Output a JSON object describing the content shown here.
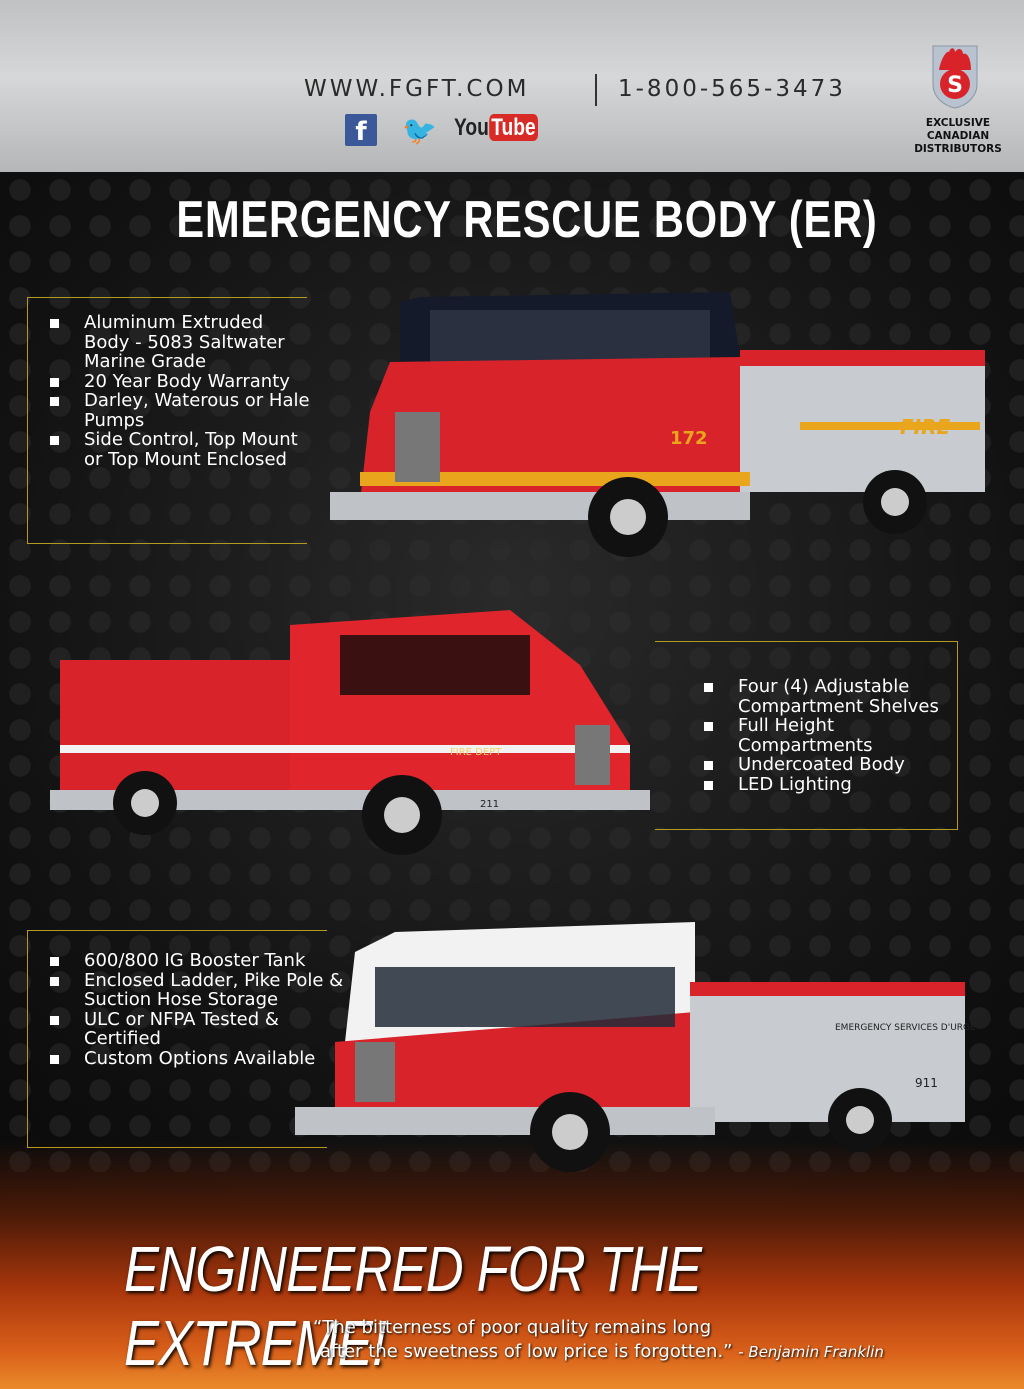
{
  "header": {
    "website": "WWW.FGFT.COM",
    "phone": "1-800-565-3473",
    "social": {
      "facebook": "f",
      "twitter_icon": "twitter-bird-icon",
      "youtube_you": "You",
      "youtube_tube": "Tube"
    },
    "distributor": [
      "EXCLUSIVE",
      "CANADIAN",
      "DISTRIBUTORS"
    ]
  },
  "title": "EMERGENCY RESCUE BODY (ER)",
  "features": [
    [
      "Aluminum Extruded Body - 5083 Saltwater Marine Grade",
      "20 Year Body Warranty",
      "Darley, Waterous or Hale Pumps",
      "Side Control, Top Mount or Top Mount Enclosed"
    ],
    [
      "Four (4) Adjustable Compartment Shelves",
      "Full Height Compartments",
      "Undercoated Body",
      "LED Lighting"
    ],
    [
      "600/800 IG Booster Tank",
      "Enclosed Ladder, Pike Pole & Suction Hose Storage",
      "ULC or NFPA Tested & Certified",
      "Custom Options Available"
    ]
  ],
  "trucks": [
    {
      "label": "FIRE",
      "number": "172"
    },
    {
      "label": "FIRE DEPT",
      "number": "211"
    },
    {
      "label": "EMERGENCY SERVICES D'URGENCE",
      "number": "911"
    }
  ],
  "slogan": "ENGINEERED FOR THE EXTREME!",
  "quote": {
    "line1": "“The bitterness of poor quality remains long",
    "line2": "after the sweetness of low price is forgotten.”",
    "author": "- Benjamin Franklin"
  },
  "colors": {
    "accent": "#b49a1e",
    "red": "#d8232a"
  }
}
